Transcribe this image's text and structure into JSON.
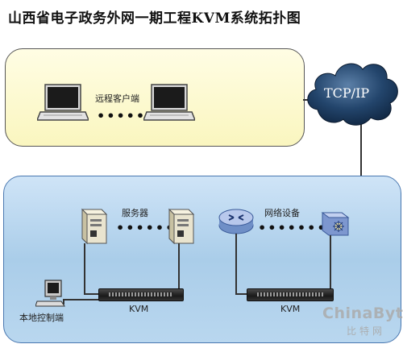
{
  "title": "山西省电子政务外网一期工程KVM系统拓扑图",
  "remote": {
    "label": "远程客户端",
    "dots": "••••••••"
  },
  "cloud": {
    "label": "TCP/IP"
  },
  "local": {
    "server_label": "服务器",
    "network_label": "网络设备",
    "console_label": "本地控制端",
    "kvm_left_label": "KVM",
    "kvm_right_label": "KVM",
    "dots": "••••••••"
  },
  "watermark": {
    "brand": "ChinaByte",
    "sub": "比特网"
  },
  "colors": {
    "remote_panel": "#faf6bf",
    "local_panel": "#aacde9",
    "cloud": "#1e3a5f"
  },
  "icons": [
    "laptop-icon",
    "cloud-icon",
    "server-icon",
    "router-icon",
    "switch-icon",
    "kvm-switch-icon",
    "workstation-icon"
  ]
}
